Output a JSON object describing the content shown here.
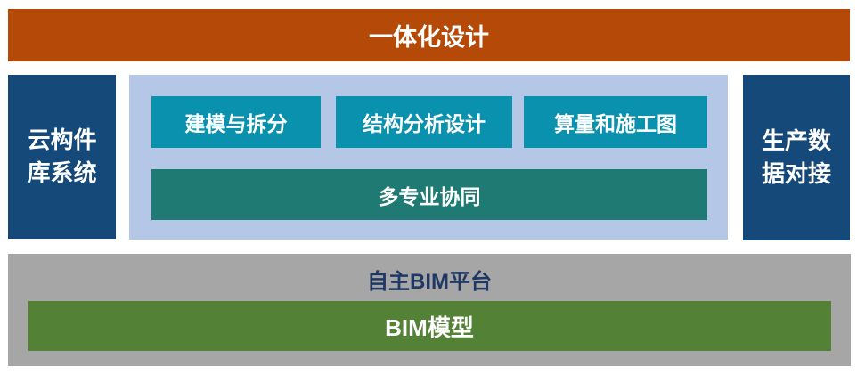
{
  "title_banner": {
    "label": "一体化设计"
  },
  "left_box": {
    "label": "云构件库系统"
  },
  "right_box": {
    "label": "生产数据对接"
  },
  "middle_panel": {
    "top_boxes": [
      {
        "label": "建模与拆分"
      },
      {
        "label": "结构分析设计"
      },
      {
        "label": "算量和施工图"
      }
    ],
    "wide_box": {
      "label": "多专业协同"
    }
  },
  "bottom_panel": {
    "label": "自主BIM平台",
    "inner_box": {
      "label": "BIM模型"
    }
  },
  "colors": {
    "banner_orange": "#B54A08",
    "dark_blue": "#15497A",
    "teal": "#0991AD",
    "teal_green": "#1E7A73",
    "light_blue": "#B4C7E7",
    "gray": "#A6A6A6",
    "green": "#538135",
    "navy_text": "#1F3864",
    "white_text": "#FFFFFF"
  }
}
